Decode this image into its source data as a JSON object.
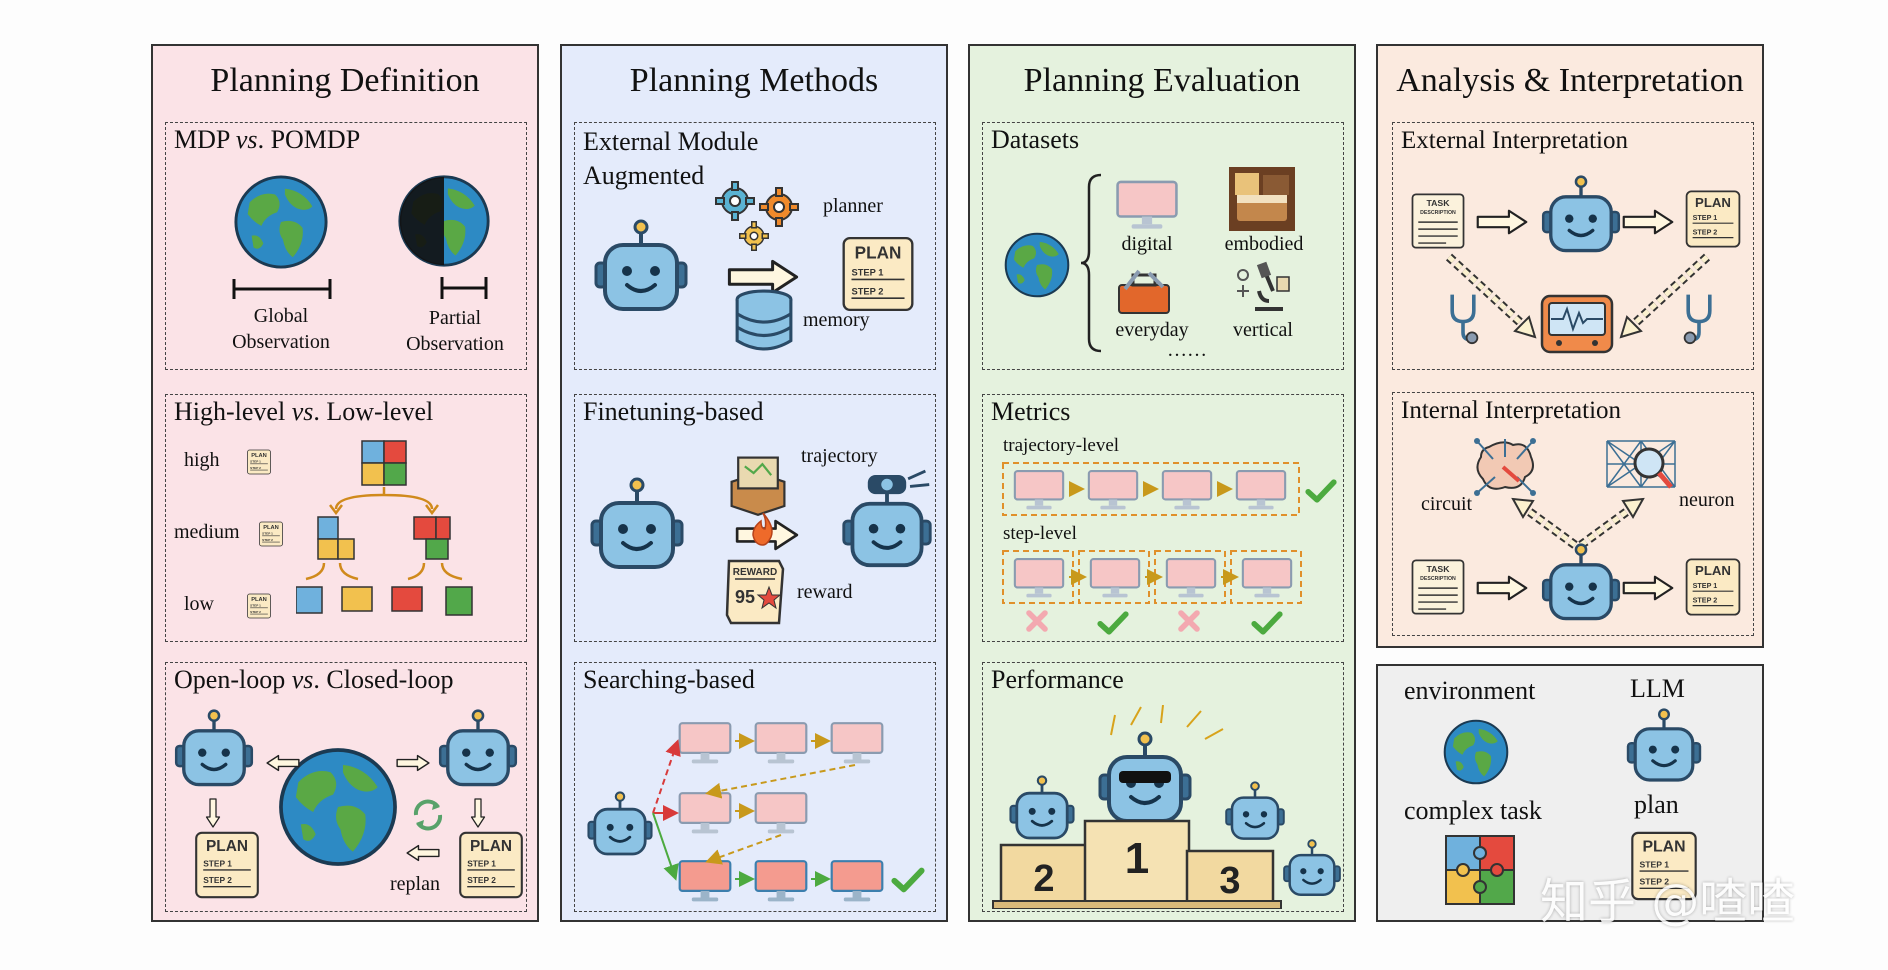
{
  "panels": {
    "definition": {
      "title": "Planning Definition",
      "mdp": {
        "title_a": "MDP ",
        "vs": "vs",
        "title_b": ". POMDP",
        "global": "Global\nObservation",
        "partial": "Partial\nObservation"
      },
      "level": {
        "title_a": "High-level ",
        "vs": "vs",
        "title_b": ". Low-level",
        "high": "high",
        "medium": "medium",
        "low": "low"
      },
      "loop": {
        "title_a": "Open-loop ",
        "vs": "vs",
        "title_b": ". Closed-loop",
        "replan": "replan"
      }
    },
    "methods": {
      "title": "Planning Methods",
      "external": {
        "title_line1": "External Module",
        "title_line2": "Augmented",
        "planner": "planner",
        "memory": "memory"
      },
      "finetuning": {
        "title": "Finetuning-based",
        "trajectory": "trajectory",
        "reward": "reward",
        "reward_badge": "REWARD",
        "reward_score": "95"
      },
      "searching": {
        "title": "Searching-based"
      }
    },
    "evaluation": {
      "title": "Planning Evaluation",
      "datasets": {
        "title": "Datasets",
        "digital": "digital",
        "embodied": "embodied",
        "everyday": "everyday",
        "vertical": "vertical",
        "more": "……"
      },
      "metrics": {
        "title": "Metrics",
        "trajectory_level": "trajectory-level",
        "step_level": "step-level"
      },
      "performance": {
        "title": "Performance",
        "ranks": [
          "2",
          "1",
          "3"
        ]
      }
    },
    "analysis": {
      "title": "Analysis & Interpretation",
      "external": {
        "title": "External Interpretation"
      },
      "internal": {
        "title": "Internal Interpretation",
        "circuit": "circuit",
        "neuron": "neuron"
      },
      "task_doc": {
        "line1": "TASK",
        "line2": "DESCRIPTION"
      }
    },
    "legend": {
      "environment": "environment",
      "llm": "LLM",
      "complex_task": "complex task",
      "plan": "plan"
    }
  },
  "plan_doc": {
    "title": "PLAN",
    "step1": "STEP 1",
    "step2": "STEP 2"
  },
  "watermark": "知乎 @喳喳",
  "colors": {
    "definition_bg": "#fbe3e7",
    "methods_bg": "#e4ebfb",
    "evaluation_bg": "#e5f2de",
    "analysis_bg": "#fbeadf",
    "legend_bg": "#efefef",
    "robot": "#8cc3e4",
    "robot_dark": "#2a4a66",
    "plan_paper": "#fbeac4",
    "monitor": "#f6c6c6",
    "check": "#4caa3f",
    "cross": "#f3a9b0",
    "arrow_orange": "#e0902b"
  }
}
